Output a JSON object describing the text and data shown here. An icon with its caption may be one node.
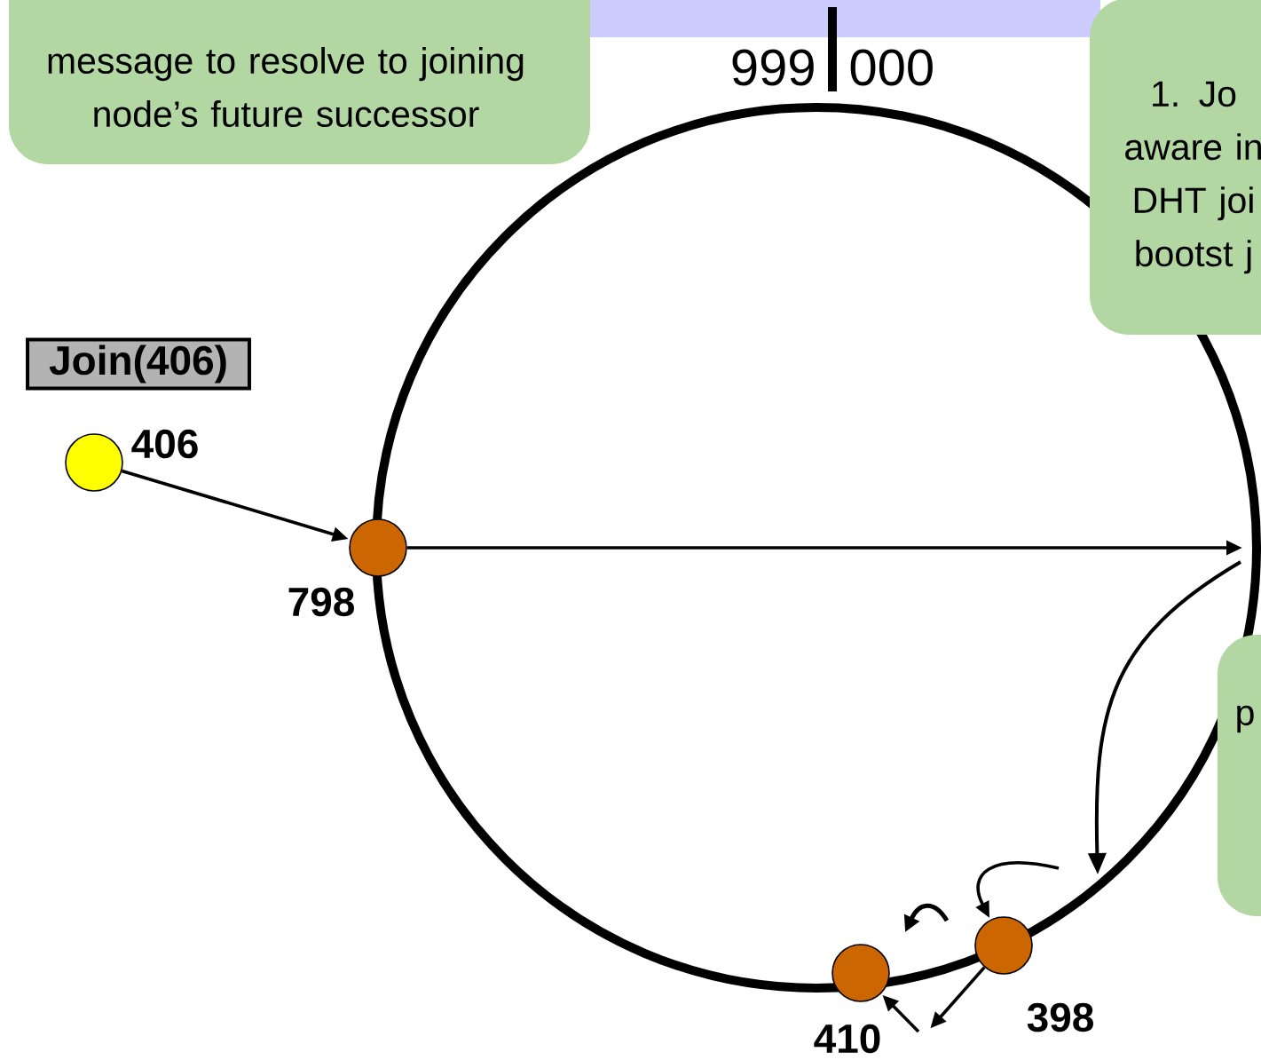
{
  "diagram": {
    "nodes": [
      {
        "text": [
          "message to resolve to joining node’s future successor"
        ]
      },
      {
        "text": [
          "1. Jo aware in DHT joi bootst j"
        ]
      },
      {
        "text": [
          "p"
        ]
      },
      {
        "text": [
          "Join(406)"
        ]
      },
      {
        "text": [],
        "shape": "circle",
        "beside": [
          "406"
        ]
      },
      {
        "text": [],
        "shape": "circle",
        "beside": [
          "798"
        ]
      },
      {
        "text": [],
        "shape": "circle",
        "beside": [
          "410"
        ]
      },
      {
        "text": [],
        "shape": "circle",
        "beside": [
          "398"
        ]
      }
    ],
    "edges": [
      {
        "from": 4,
        "to": 5,
        "arrow": "to"
      },
      {
        "from": 5,
        "to": null,
        "arrow": "to"
      },
      {
        "from": null,
        "to": 7,
        "arrow": "to"
      },
      {
        "from": 7,
        "to": null,
        "arrow": "to"
      },
      {
        "from": null,
        "to": 6,
        "arrow": "to"
      }
    ],
    "labels": [
      "999",
      "000"
    ]
  }
}
